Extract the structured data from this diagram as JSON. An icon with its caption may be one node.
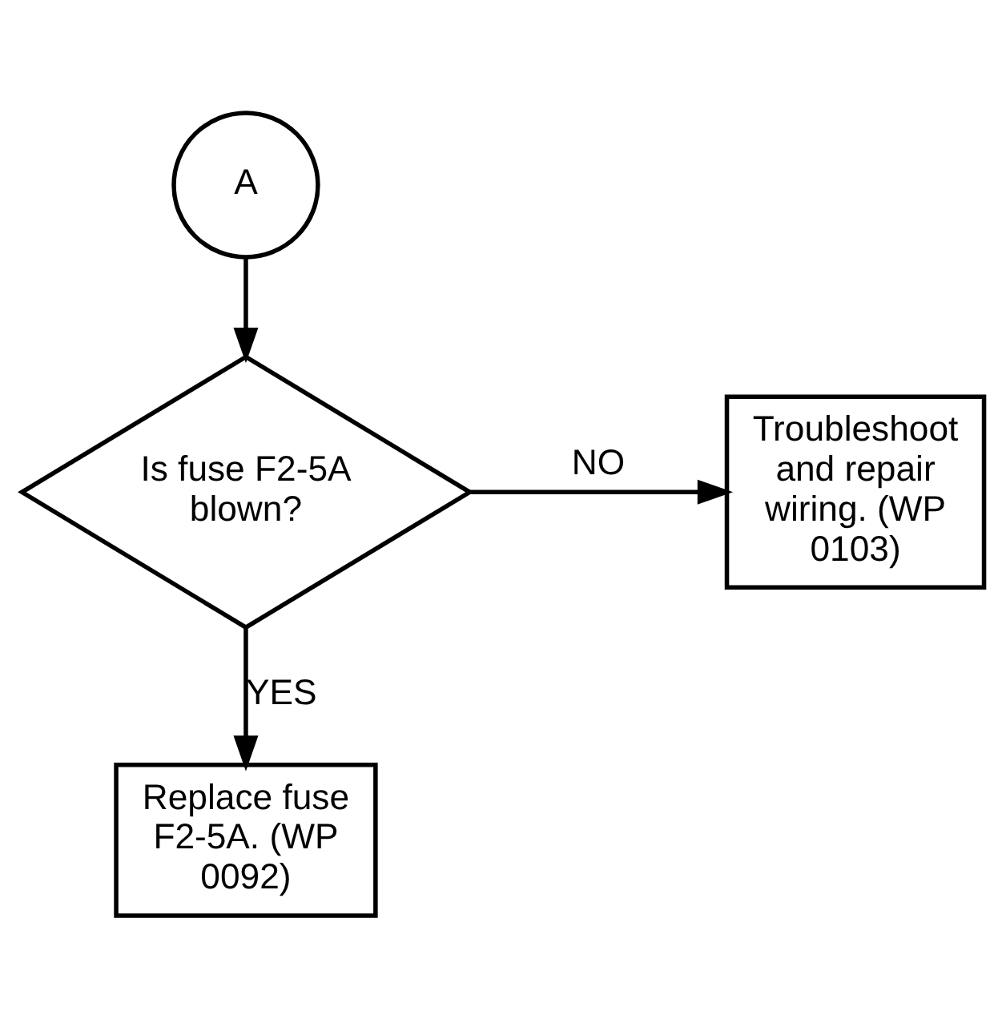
{
  "diagram": {
    "nodes": [
      {
        "text": [
          "A"
        ]
      },
      {
        "text": [
          "Is fuse F2-5A blown?"
        ]
      },
      {
        "text": [
          "Troubleshoot and repair wiring. (WP 0103)"
        ]
      },
      {
        "text": [
          "Replace fuse F2-5A. (WP 0092)"
        ]
      }
    ],
    "edges": [
      {
        "from": 0,
        "to": 1,
        "arrow": "to"
      },
      {
        "from": 1,
        "to": 2,
        "arrow": "to",
        "label": "NO"
      },
      {
        "from": 1,
        "to": 3,
        "arrow": "to",
        "label": "YES"
      }
    ]
  }
}
